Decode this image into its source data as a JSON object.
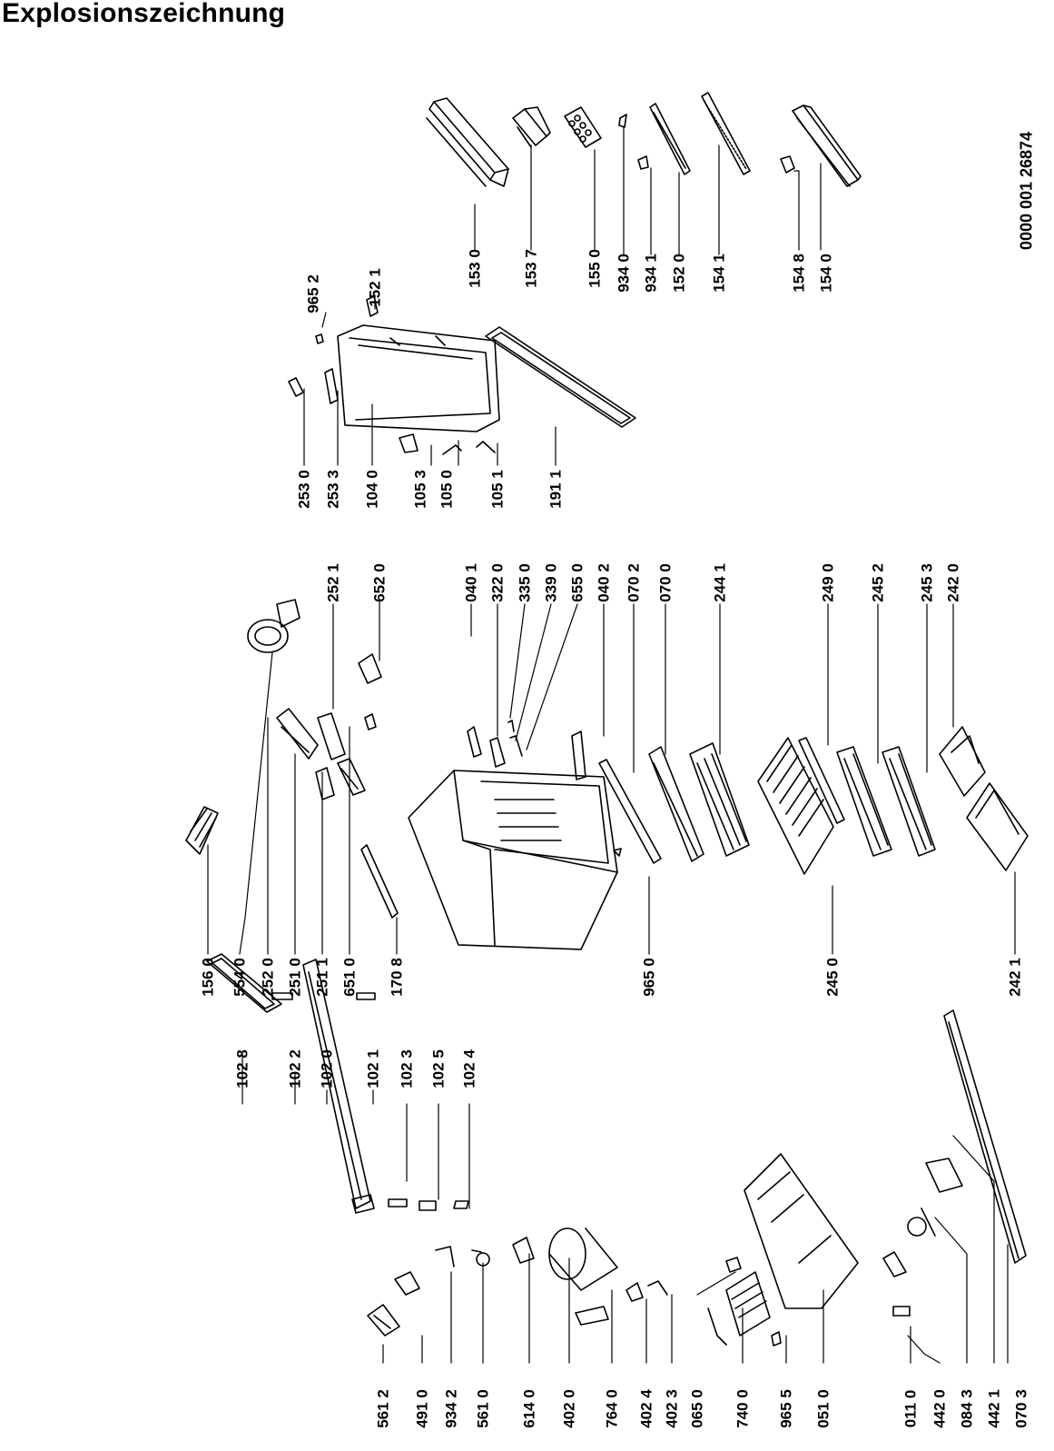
{
  "title": "Explosionszeichnung",
  "doc_number": "0000 001 26874",
  "labels": [
    {
      "id": "l1530",
      "text": "153 0"
    },
    {
      "id": "l1537",
      "text": "153 7"
    },
    {
      "id": "l1550",
      "text": "155 0"
    },
    {
      "id": "l9340",
      "text": "934 0"
    },
    {
      "id": "l9341",
      "text": "934 1"
    },
    {
      "id": "l1520",
      "text": "152 0"
    },
    {
      "id": "l1541",
      "text": "154 1"
    },
    {
      "id": "l1548",
      "text": "154 8"
    },
    {
      "id": "l1540",
      "text": "154 0"
    },
    {
      "id": "l9652",
      "text": "965 2"
    },
    {
      "id": "l1521",
      "text": "152 1"
    },
    {
      "id": "l2530",
      "text": "253 0"
    },
    {
      "id": "l2533",
      "text": "253 3"
    },
    {
      "id": "l1040",
      "text": "104 0"
    },
    {
      "id": "l1053",
      "text": "105 3"
    },
    {
      "id": "l1050",
      "text": "105 0"
    },
    {
      "id": "l1051",
      "text": "105 1"
    },
    {
      "id": "l1911",
      "text": "191 1"
    },
    {
      "id": "l2521",
      "text": "252 1"
    },
    {
      "id": "l6520",
      "text": "652 0"
    },
    {
      "id": "l0401",
      "text": "040 1"
    },
    {
      "id": "l3220",
      "text": "322 0"
    },
    {
      "id": "l3350",
      "text": "335 0"
    },
    {
      "id": "l3390",
      "text": "339 0"
    },
    {
      "id": "l6550",
      "text": "655 0"
    },
    {
      "id": "l0402",
      "text": "040 2"
    },
    {
      "id": "l0702",
      "text": "070 2"
    },
    {
      "id": "l0700",
      "text": "070 0"
    },
    {
      "id": "l2441",
      "text": "244 1"
    },
    {
      "id": "l2490",
      "text": "249 0"
    },
    {
      "id": "l2452",
      "text": "245 2"
    },
    {
      "id": "l2453",
      "text": "245 3"
    },
    {
      "id": "l2420",
      "text": "242 0"
    },
    {
      "id": "l1560",
      "text": "156 0"
    },
    {
      "id": "l5540",
      "text": "554 0"
    },
    {
      "id": "l2520",
      "text": "252 0"
    },
    {
      "id": "l2510",
      "text": "251 0"
    },
    {
      "id": "l2511",
      "text": "251 1"
    },
    {
      "id": "l6510",
      "text": "651 0"
    },
    {
      "id": "l1708",
      "text": "170 8"
    },
    {
      "id": "l9650",
      "text": "965 0"
    },
    {
      "id": "l2450",
      "text": "245 0"
    },
    {
      "id": "l2421",
      "text": "242 1"
    },
    {
      "id": "l1028",
      "text": "102 8"
    },
    {
      "id": "l1022",
      "text": "102 2"
    },
    {
      "id": "l1020",
      "text": "102 0"
    },
    {
      "id": "l1021",
      "text": "102 1"
    },
    {
      "id": "l1023",
      "text": "102 3"
    },
    {
      "id": "l1025",
      "text": "102 5"
    },
    {
      "id": "l1024",
      "text": "102 4"
    },
    {
      "id": "l5612",
      "text": "561 2"
    },
    {
      "id": "l4910",
      "text": "491 0"
    },
    {
      "id": "l9342",
      "text": "934 2"
    },
    {
      "id": "l5610",
      "text": "561 0"
    },
    {
      "id": "l6140",
      "text": "614 0"
    },
    {
      "id": "l4020",
      "text": "402 0"
    },
    {
      "id": "l7640",
      "text": "764 0"
    },
    {
      "id": "l4024",
      "text": "402 4"
    },
    {
      "id": "l4023",
      "text": "402 3"
    },
    {
      "id": "l0650",
      "text": "065 0"
    },
    {
      "id": "l7400",
      "text": "740 0"
    },
    {
      "id": "l9655",
      "text": "965 5"
    },
    {
      "id": "l0510",
      "text": "051 0"
    },
    {
      "id": "l0110",
      "text": "011 0"
    },
    {
      "id": "l4420",
      "text": "442 0"
    },
    {
      "id": "l0843",
      "text": "084 3"
    },
    {
      "id": "l4421",
      "text": "442 1"
    },
    {
      "id": "l0703",
      "text": "070 3"
    }
  ]
}
